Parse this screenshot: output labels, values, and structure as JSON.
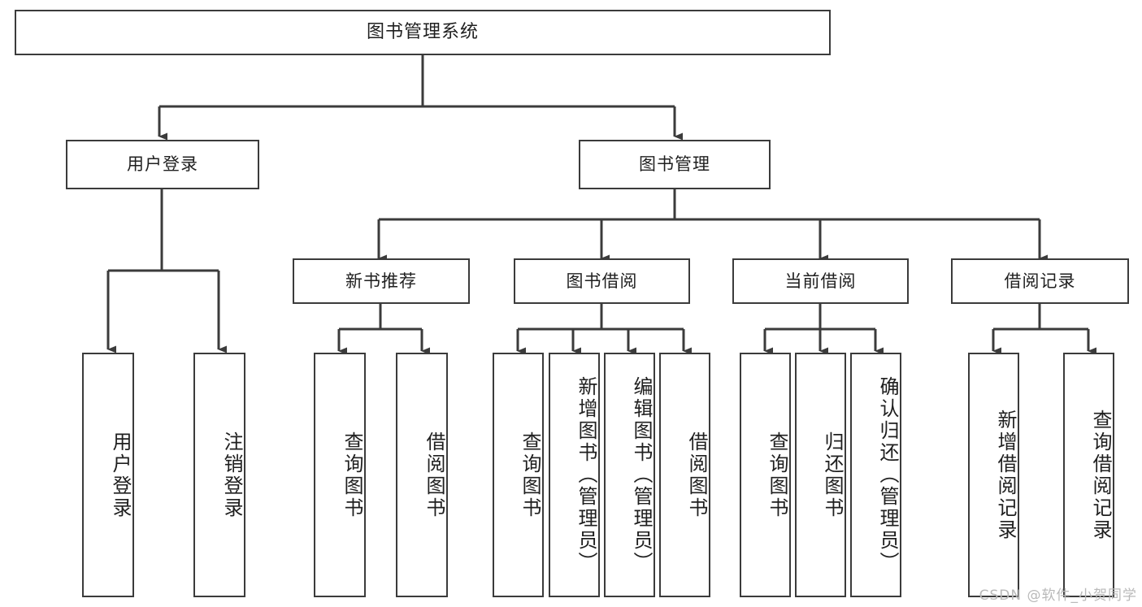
{
  "diagram": {
    "title": "图书管理系统",
    "type": "tree-hierarchy-diagram",
    "watermark": "CSDN @软件_小贺同学",
    "colors": {
      "background": "#ffffff",
      "node_fill": "#ffffff",
      "node_border": "#3b3b3b",
      "connector": "#3b3b3b",
      "text": "#1f1f1f",
      "watermark": "#b9b9b9"
    },
    "root": {
      "label": "图书管理系统"
    },
    "level2": [
      {
        "id": "user-login",
        "label": "用户登录"
      },
      {
        "id": "book-manage",
        "label": "图书管理"
      }
    ],
    "level3": [
      {
        "id": "new-book-rec",
        "label": "新书推荐"
      },
      {
        "id": "book-borrow",
        "label": "图书借阅"
      },
      {
        "id": "current-borrow",
        "label": "当前借阅"
      },
      {
        "id": "borrow-record",
        "label": "借阅记录"
      }
    ],
    "leaves": {
      "user_login": [
        {
          "id": "leaf-user-login",
          "label": "用户登录"
        },
        {
          "id": "leaf-logout-login",
          "label": "注销登录"
        }
      ],
      "new_book_rec": [
        {
          "id": "leaf-query-book-1",
          "label": "查询图书"
        },
        {
          "id": "leaf-borrow-book-1",
          "label": "借阅图书"
        }
      ],
      "book_borrow": [
        {
          "id": "leaf-query-book-2",
          "label": "查询图书"
        },
        {
          "id": "leaf-add-book",
          "label": "新增图书（管理员）"
        },
        {
          "id": "leaf-edit-book",
          "label": "编辑图书（管理员）"
        },
        {
          "id": "leaf-borrow-book-2",
          "label": "借阅图书"
        }
      ],
      "current_borrow": [
        {
          "id": "leaf-query-book-3",
          "label": "查询图书"
        },
        {
          "id": "leaf-return-book",
          "label": "归还图书"
        },
        {
          "id": "leaf-confirm-return",
          "label": "确认归还（管理员）"
        }
      ],
      "borrow_record": [
        {
          "id": "leaf-add-record",
          "label": "新增借阅记录"
        },
        {
          "id": "leaf-query-record",
          "label": "查询借阅记录"
        }
      ]
    }
  }
}
